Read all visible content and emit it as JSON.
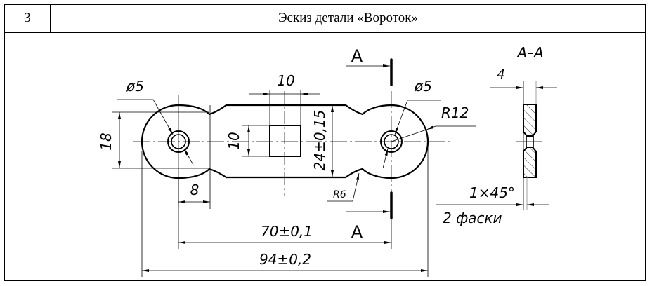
{
  "header": {
    "task_number": "3",
    "title": "Эскиз детали «Вороток»"
  },
  "drawing": {
    "part_name": "Вороток",
    "main_view": {
      "hole_left_diameter": "ø5",
      "hole_right_diameter": "ø5",
      "end_radius": "R12",
      "neck_radius": "R6",
      "neck_height": "18",
      "neck_length": "8",
      "square_width": "10",
      "square_height": "10",
      "body_height": "24±0,15",
      "hole_spacing": "70±0,1",
      "overall_length": "94±0,2"
    },
    "section": {
      "cut_label_top": "А",
      "cut_label_bottom": "А",
      "title": "А–А",
      "thickness": "4",
      "chamfer": "1×45°",
      "chamfer_note": "2 фаски"
    }
  }
}
